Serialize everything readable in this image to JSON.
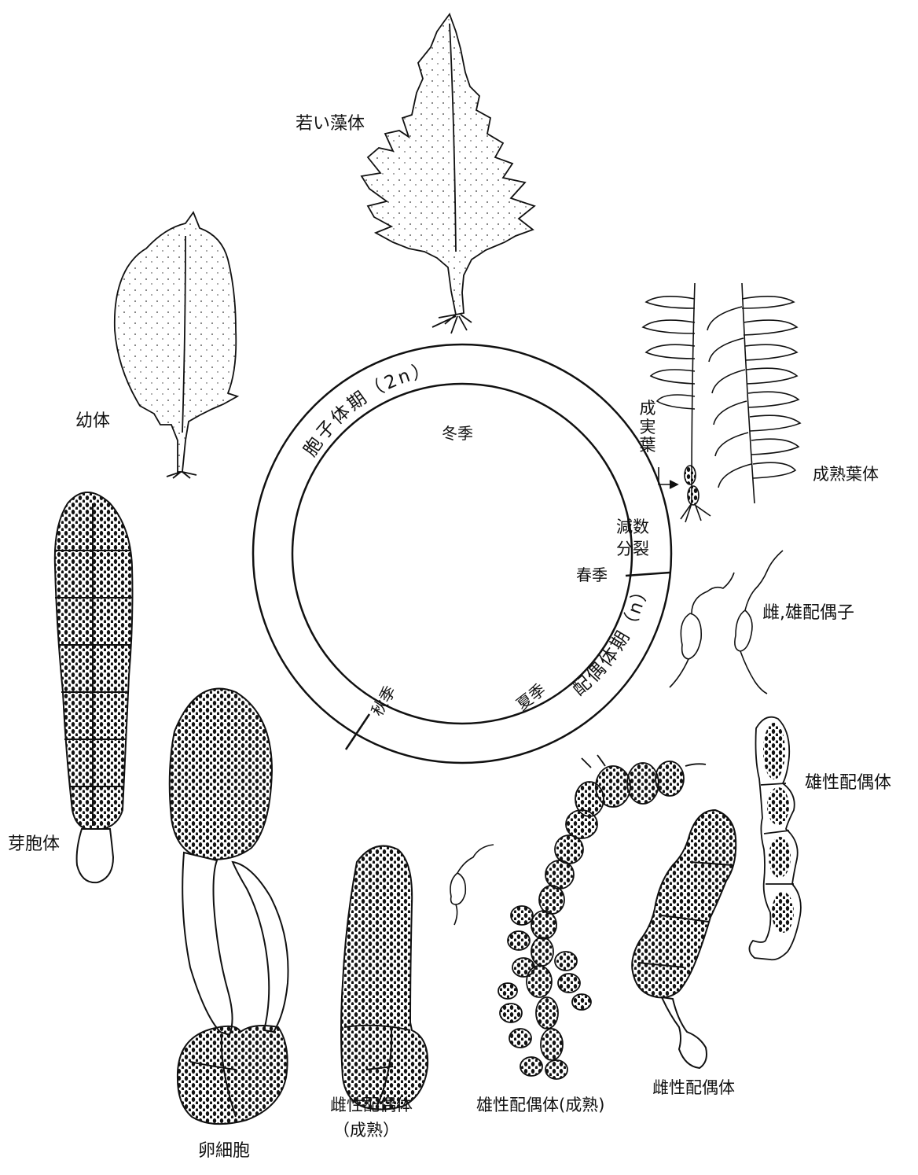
{
  "labels": {
    "young_thallus": "若い藻体",
    "juvenile": "幼体",
    "mature_thallus": "成熟葉体",
    "sporophyll": "成実葉",
    "meiosis_1": "減数",
    "meiosis_2": "分裂",
    "gametes": "雌,雄配偶子",
    "male_gametophyte": "雄性配偶体",
    "germling": "芽胞体",
    "egg": "卵細胞",
    "female_mature_1": "雌性配偶体",
    "female_mature_2": "（成熟）",
    "male_mature": "雄性配偶体(成熟)",
    "female_gametophyte": "雌性配偶体"
  },
  "cycle": {
    "sporophyte_phase": "胞子体期（2n）",
    "gametophyte_phase": "配偶体期（n）",
    "winter": "冬季",
    "spring": "春季",
    "summer": "夏季",
    "autumn": "秋季"
  },
  "colors": {
    "ink": "#111111",
    "paper": "#ffffff"
  }
}
